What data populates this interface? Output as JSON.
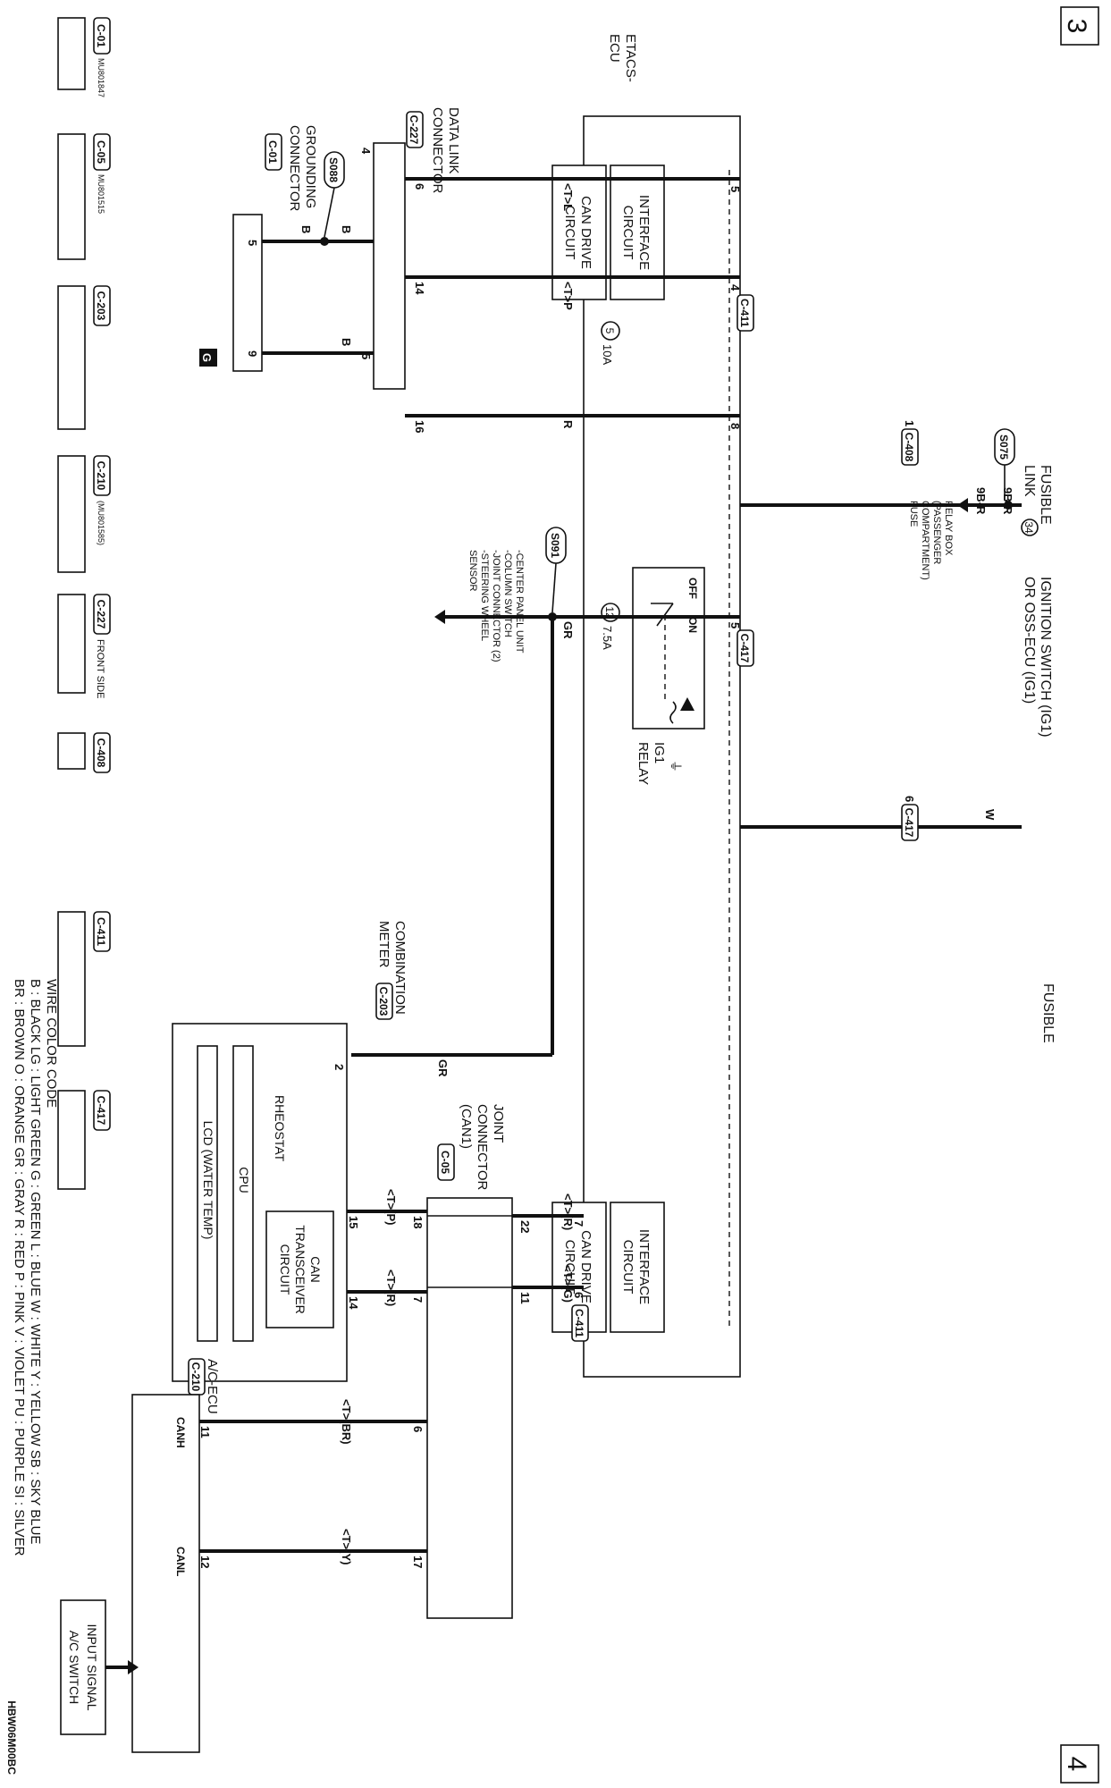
{
  "page_numbers": {
    "top": "3",
    "bottom": "4"
  },
  "figure_code": "HBW06M00BC",
  "connectors_strip": [
    {
      "id": "C-01",
      "part": "MU801847"
    },
    {
      "id": "C-05",
      "part": "MU801515"
    },
    {
      "id": "C-203",
      "part": ""
    },
    {
      "id": "C-210",
      "part": "(MU801585)"
    },
    {
      "id": "C-227",
      "part": "",
      "note": "FRONT SIDE"
    },
    {
      "id": "C-408",
      "part": ""
    },
    {
      "id": "C-411",
      "part": ""
    },
    {
      "id": "C-417",
      "part": ""
    }
  ],
  "units": {
    "etacs": {
      "name1": "ETACS-",
      "name2": "ECU"
    },
    "can_drive_top": {
      "line1": "CAN DRIVE",
      "line2": "CIRCUIT"
    },
    "interface_top": {
      "line1": "INTERFACE",
      "line2": "CIRCUIT"
    },
    "can_drive_bottom": {
      "line1": "CAN DRIVE",
      "line2": "CIRCUIT"
    },
    "interface_bottom": {
      "line1": "INTERFACE",
      "line2": "CIRCUIT"
    },
    "data_link": {
      "line1": "DATA LINK",
      "line2": "CONNECTOR",
      "id": "C-227"
    },
    "grounding": {
      "line1": "GROUNDING",
      "line2": "CONNECTOR",
      "id": "C-01"
    },
    "fusible_link": {
      "line1": "FUSIBLE",
      "line2": "LINK",
      "num": "34"
    },
    "ignition": {
      "line1": "IGNITION SWITCH (IG1)",
      "line2": "OR OSS-ECU (IG1)"
    },
    "relay_box": {
      "line1": "RELAY BOX",
      "line2": "(PASSENGER",
      "line3": "COMPARTMENT)",
      "line4": "FUSE"
    },
    "ig1_relay": {
      "line1": "IG1",
      "line2": "RELAY",
      "off": "OFF",
      "on": "ON"
    },
    "combination_meter": {
      "line1": "COMBINATION",
      "line2": "METER",
      "id": "C-203"
    },
    "rheostat": "RHEOSTAT",
    "cpu": "CPU",
    "lcd": "LCD (WATER TEMP)",
    "can_transceiver": {
      "line1": "CAN",
      "line2": "TRANSCEIVER",
      "line3": "CIRCUIT"
    },
    "joint_connector": {
      "line1": "JOINT",
      "line2": "CONNECTOR",
      "line3": "(CAN1)",
      "id": "C-05"
    },
    "ac_ecu": {
      "line1": "A/C-ECU",
      "id": "C-210",
      "canh": "CANH",
      "canl": "CANL"
    },
    "input_signal": {
      "line1": "INPUT SIGNAL",
      "line2": "A/C SWITCH"
    },
    "s091_list": {
      "line1": "-CENTER PANEL UNIT",
      "line2": "-COLUMN SWITCH",
      "line3": "-JOINT CONNECTOR (2)",
      "line4": "-STEERING WHEEL",
      "line5": "SENSOR"
    },
    "ground_symbol": "G"
  },
  "splices": {
    "s088": "S088",
    "s075": "S075",
    "s091": "S091"
  },
  "fuses": {
    "f5": {
      "num": "5",
      "rating": "10A"
    },
    "f12": {
      "num": "12",
      "rating": "7.5A"
    }
  },
  "connector_refs": {
    "c411": "C-411",
    "c408": "C-408",
    "c417": "C-417"
  },
  "wires": {
    "tl": "<T>L",
    "tp": "<T>P",
    "b1": "B",
    "b2": "B",
    "b3": "B",
    "r": "R",
    "gr1": "GR",
    "gr2": "GR",
    "b9r1": "9B-R",
    "b9r2": "9B-R",
    "w": "W",
    "tr1": "<T>(R)",
    "tg": "<T>(G)",
    "tp2": "<T>(P)",
    "tr2": "<T>(R)",
    "tbr": "<T>(BR)",
    "ty": "<T>(Y)"
  },
  "pins": {
    "etacs_5": "5",
    "etacs_4": "4",
    "etacs_8": "8",
    "etacs_5b": "5",
    "etacs_7": "7",
    "etacs_6": "6",
    "c408_1": "1",
    "c417_6": "6",
    "dl_6": "6",
    "dl_4": "4",
    "dl_14": "14",
    "dl_5": "5",
    "dl_16": "16",
    "gnd_5": "5",
    "gnd_9": "9",
    "jc_22": "22",
    "jc_11": "11",
    "jc_18": "18",
    "jc_7": "7",
    "jc_6": "6",
    "jc_17": "17",
    "cm_2": "2",
    "cm_15": "15",
    "cm_14": "14",
    "ac_11": "11",
    "ac_12": "12"
  },
  "wire_color_code": {
    "title": "WIRE COLOR CODE",
    "line1": "B : BLACK   LG : LIGHT GREEN   G : GREEN   L : BLUE   W : WHITE   Y : YELLOW   SB : SKY BLUE",
    "line2": "BR : BROWN   O : ORANGE   GR : GRAY   R : RED   P : PINK   V : VIOLET   PU : PURPLE   SI : SILVER"
  }
}
